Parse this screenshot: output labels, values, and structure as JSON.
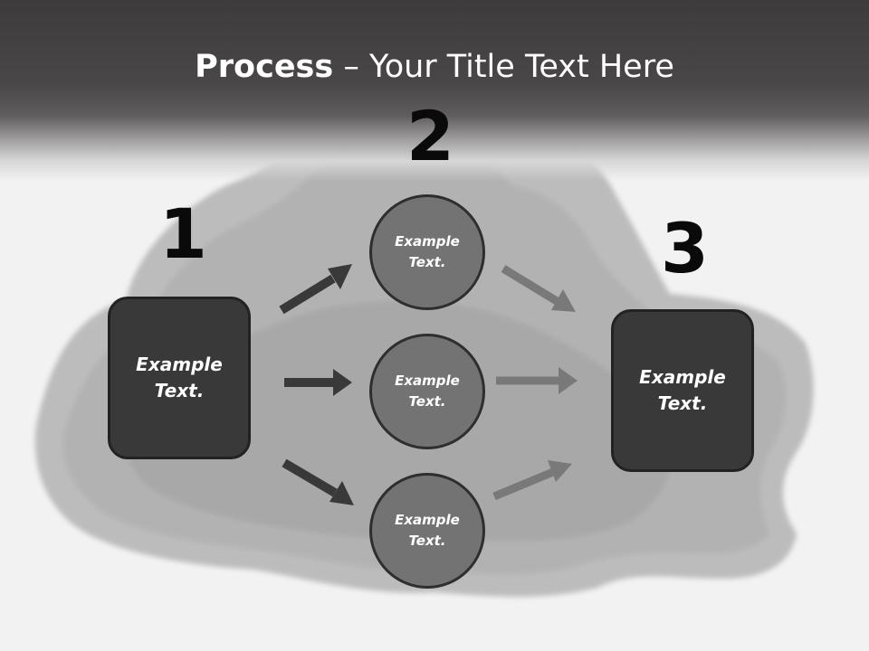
{
  "title": {
    "bold": "Process",
    "rest": " – Your Title Text Here"
  },
  "steps": {
    "one": "1",
    "two": "2",
    "three": "3"
  },
  "box_left": {
    "line1": "Example",
    "line2": "Text."
  },
  "box_right": {
    "line1": "Example",
    "line2": "Text."
  },
  "circles": [
    {
      "line1": "Example",
      "line2": "Text."
    },
    {
      "line1": "Example",
      "line2": "Text."
    },
    {
      "line1": "Example",
      "line2": "Text."
    }
  ],
  "colors": {
    "header": "#3d3b3c",
    "box_fill": "#3a393a",
    "circle_fill": "#747374",
    "arrow_dark": "#3a393a",
    "arrow_grey": "#7a797a"
  }
}
